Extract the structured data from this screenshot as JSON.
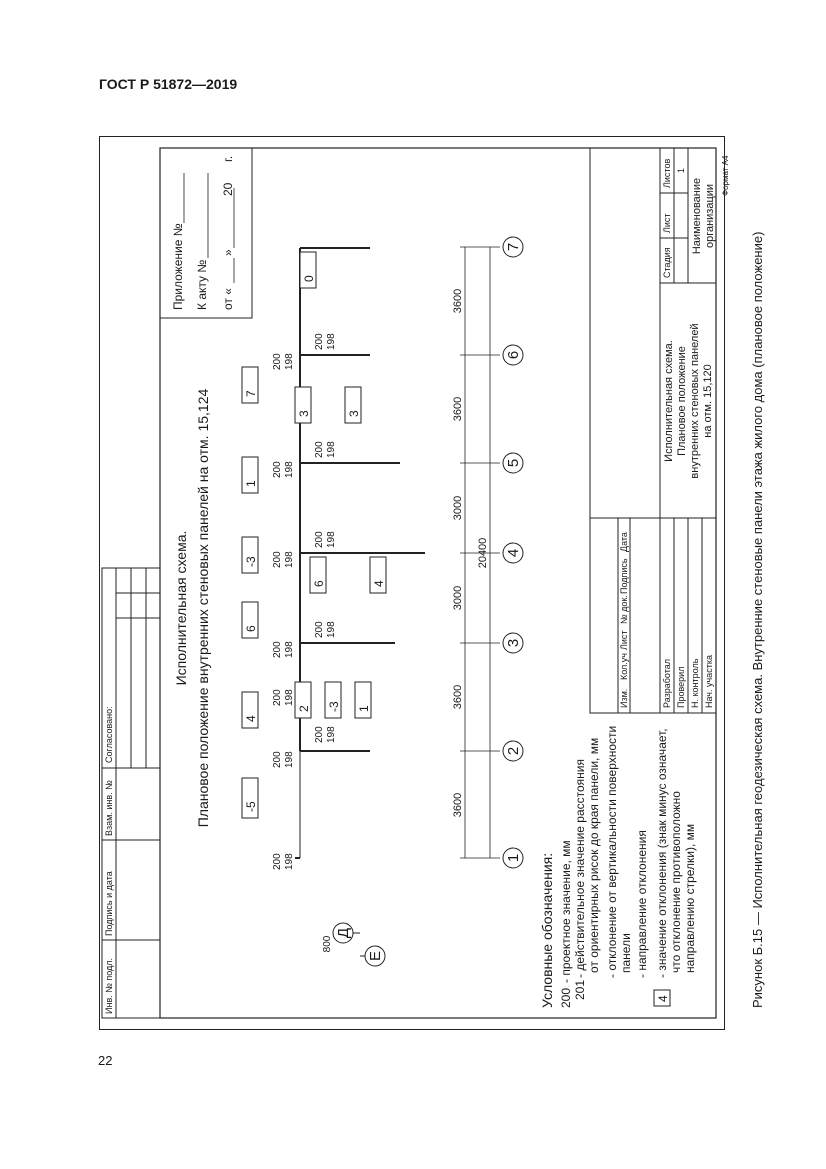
{
  "header": {
    "standard": "ГОСТ Р 51872—2019"
  },
  "page_number": "22",
  "caption": "Рисунок Б.15 — Исполнительная геодезическая схема. Внутренние стеновые панели этажа жилого дома (плановое положение)",
  "format_note": "Формат А4",
  "approval": {
    "agreed": "Согласовано:",
    "cols": [
      "Инв. № подл.",
      "Подпись и дата",
      "Взам. инв. №"
    ]
  },
  "appendix": {
    "line1": "Приложение №",
    "line2": "К акту №",
    "line3_prefix": "от  «",
    "line3_mid": "»",
    "line3_year": "20",
    "line3_suffix": "г."
  },
  "drawing": {
    "title1": "Исполнительная схема.",
    "title2": "Плановое положение внутренних стеновых панелей на отм. 15,124",
    "total_dim": "20400",
    "axes": [
      "1",
      "2",
      "3",
      "4",
      "5",
      "6",
      "7"
    ],
    "letter_axes": [
      "Д",
      "Е"
    ],
    "spans": [
      "3600",
      "3600",
      "3000",
      "3000",
      "3600",
      "3600"
    ],
    "offset_dim": "800",
    "symbol_marks": [
      "-5",
      "4",
      "2",
      "-3",
      "1",
      "6",
      "-3",
      "6",
      "4",
      "1",
      "3",
      "3",
      "7",
      "0"
    ],
    "dim_200": "200",
    "dim_198": "198"
  },
  "legend": {
    "title": "Условные обозначения:",
    "item1_num": "200",
    "item1_text": "- проектное значение, мм",
    "item2_num": "201",
    "item2_text1": "- действительное значение расстояния",
    "item2_text2": "от ориентирных рисок до края панели, мм",
    "item3_text1": "- отклонение от вертикальности поверхности",
    "item3_text2": "панели",
    "item4_text": "- направление отклонения",
    "item5_box": "4",
    "item5_text1": "- значение отклонения (знак минус означает,",
    "item5_text2": "что отклонение противоположно",
    "item5_text3": "направлению стрелки), мм"
  },
  "title_block": {
    "cols": [
      "Изм.",
      "Кол.уч",
      "Лист",
      "№ док.",
      "Подпись",
      "Дата"
    ],
    "rows": [
      "Разработал",
      "Проверил",
      "Н. контроль",
      "Нач. участка"
    ],
    "main1": "Исполнительная схема.",
    "main2": "Плановое положение",
    "main3": "внутренних стеновых панелей",
    "main4": "на отм. 15,120",
    "stage_labels": [
      "Стадия",
      "Лист",
      "Листов"
    ],
    "sheets": "1",
    "org1": "Наименование",
    "org2": "организации"
  }
}
